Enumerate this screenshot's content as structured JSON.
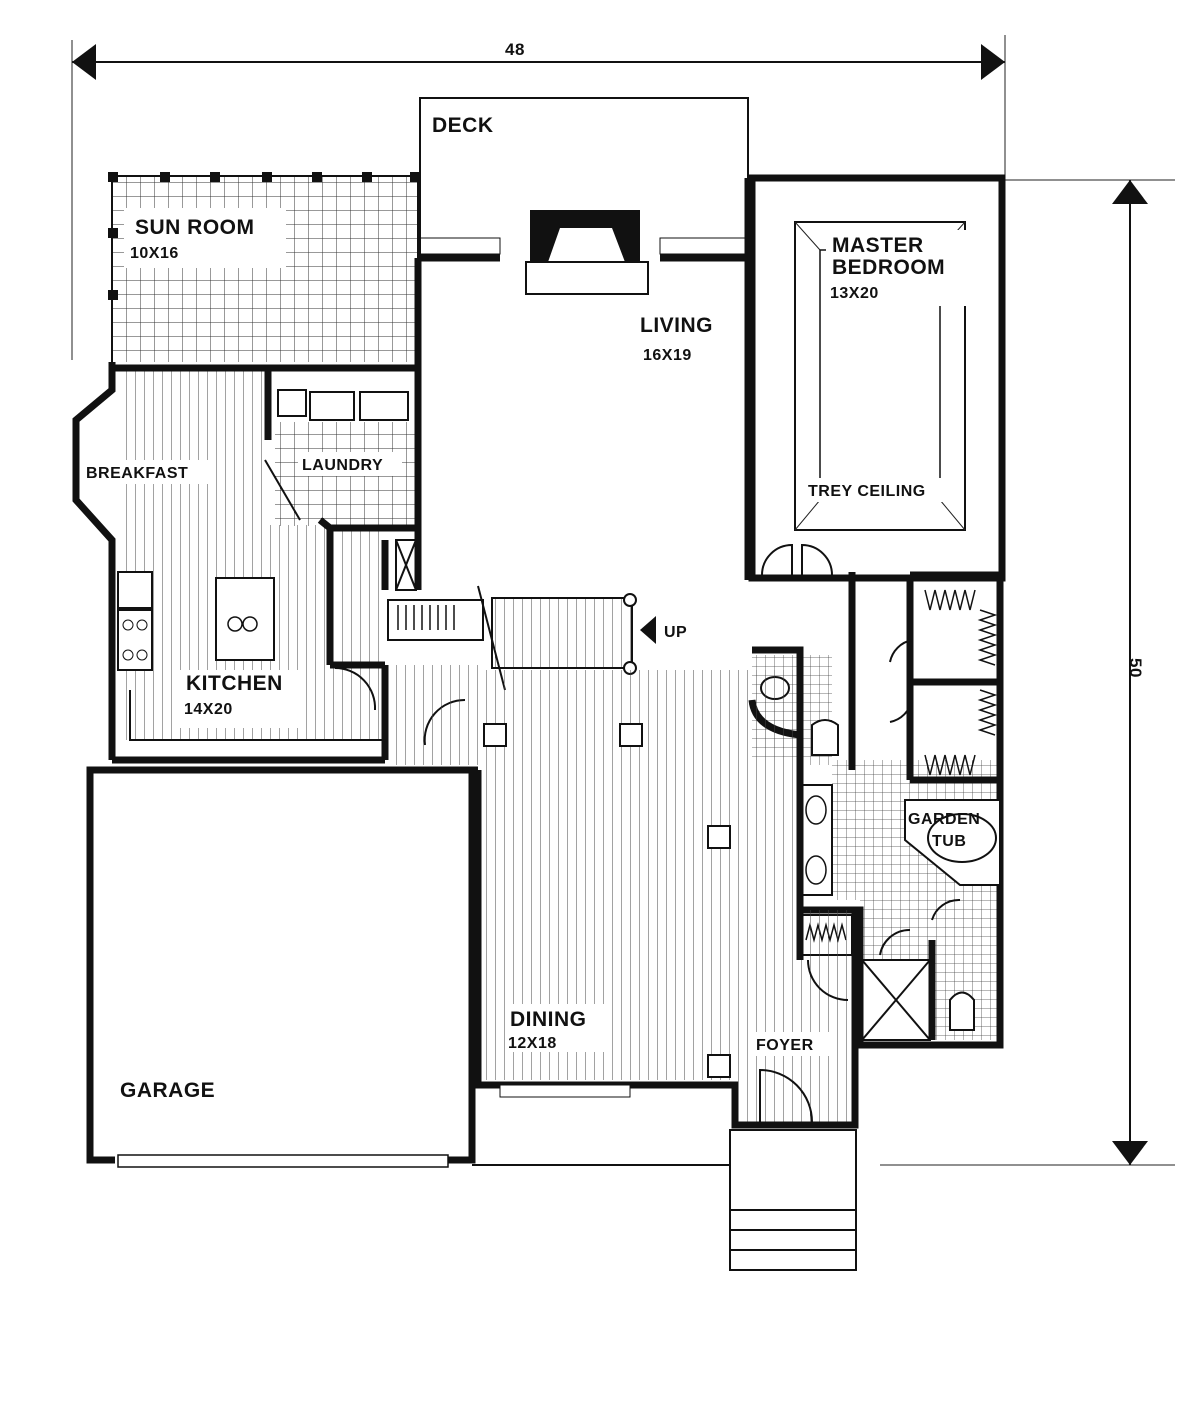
{
  "dimensions": {
    "width_label": "48",
    "depth_label": "50"
  },
  "rooms": {
    "deck": {
      "name": "DECK"
    },
    "sun_room": {
      "name": "SUN ROOM",
      "size": "10X16"
    },
    "living": {
      "name": "LIVING",
      "size": "16X19"
    },
    "master_bedroom": {
      "name_line1": "MASTER",
      "name_line2": "BEDROOM",
      "size": "13X20"
    },
    "trey_ceiling": {
      "name": "TREY CEILING"
    },
    "breakfast": {
      "name": "BREAKFAST"
    },
    "laundry": {
      "name": "LAUNDRY"
    },
    "kitchen": {
      "name": "KITCHEN",
      "size": "14X20"
    },
    "garden_tub": {
      "name_line1": "GARDEN",
      "name_line2": "TUB"
    },
    "dining": {
      "name": "DINING",
      "size": "12X18"
    },
    "foyer": {
      "name": "FOYER"
    },
    "garage": {
      "name": "GARAGE"
    }
  },
  "stairs": {
    "direction": "UP"
  }
}
